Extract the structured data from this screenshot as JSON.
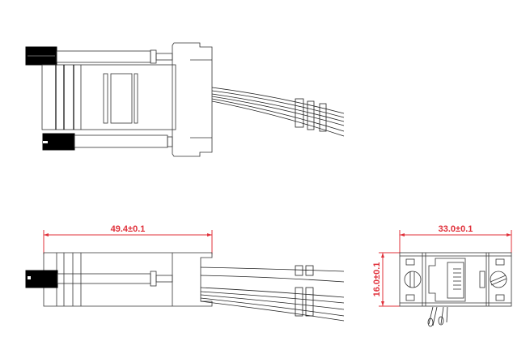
{
  "drawing": {
    "views": [
      "top-view",
      "side-view",
      "end-view"
    ],
    "dimensions": {
      "length": "49.4±0.1",
      "width": "33.0±0.1",
      "height": "16.0±0.1"
    },
    "colors": {
      "dimension": "#e0303a",
      "outline": "#333333"
    }
  }
}
